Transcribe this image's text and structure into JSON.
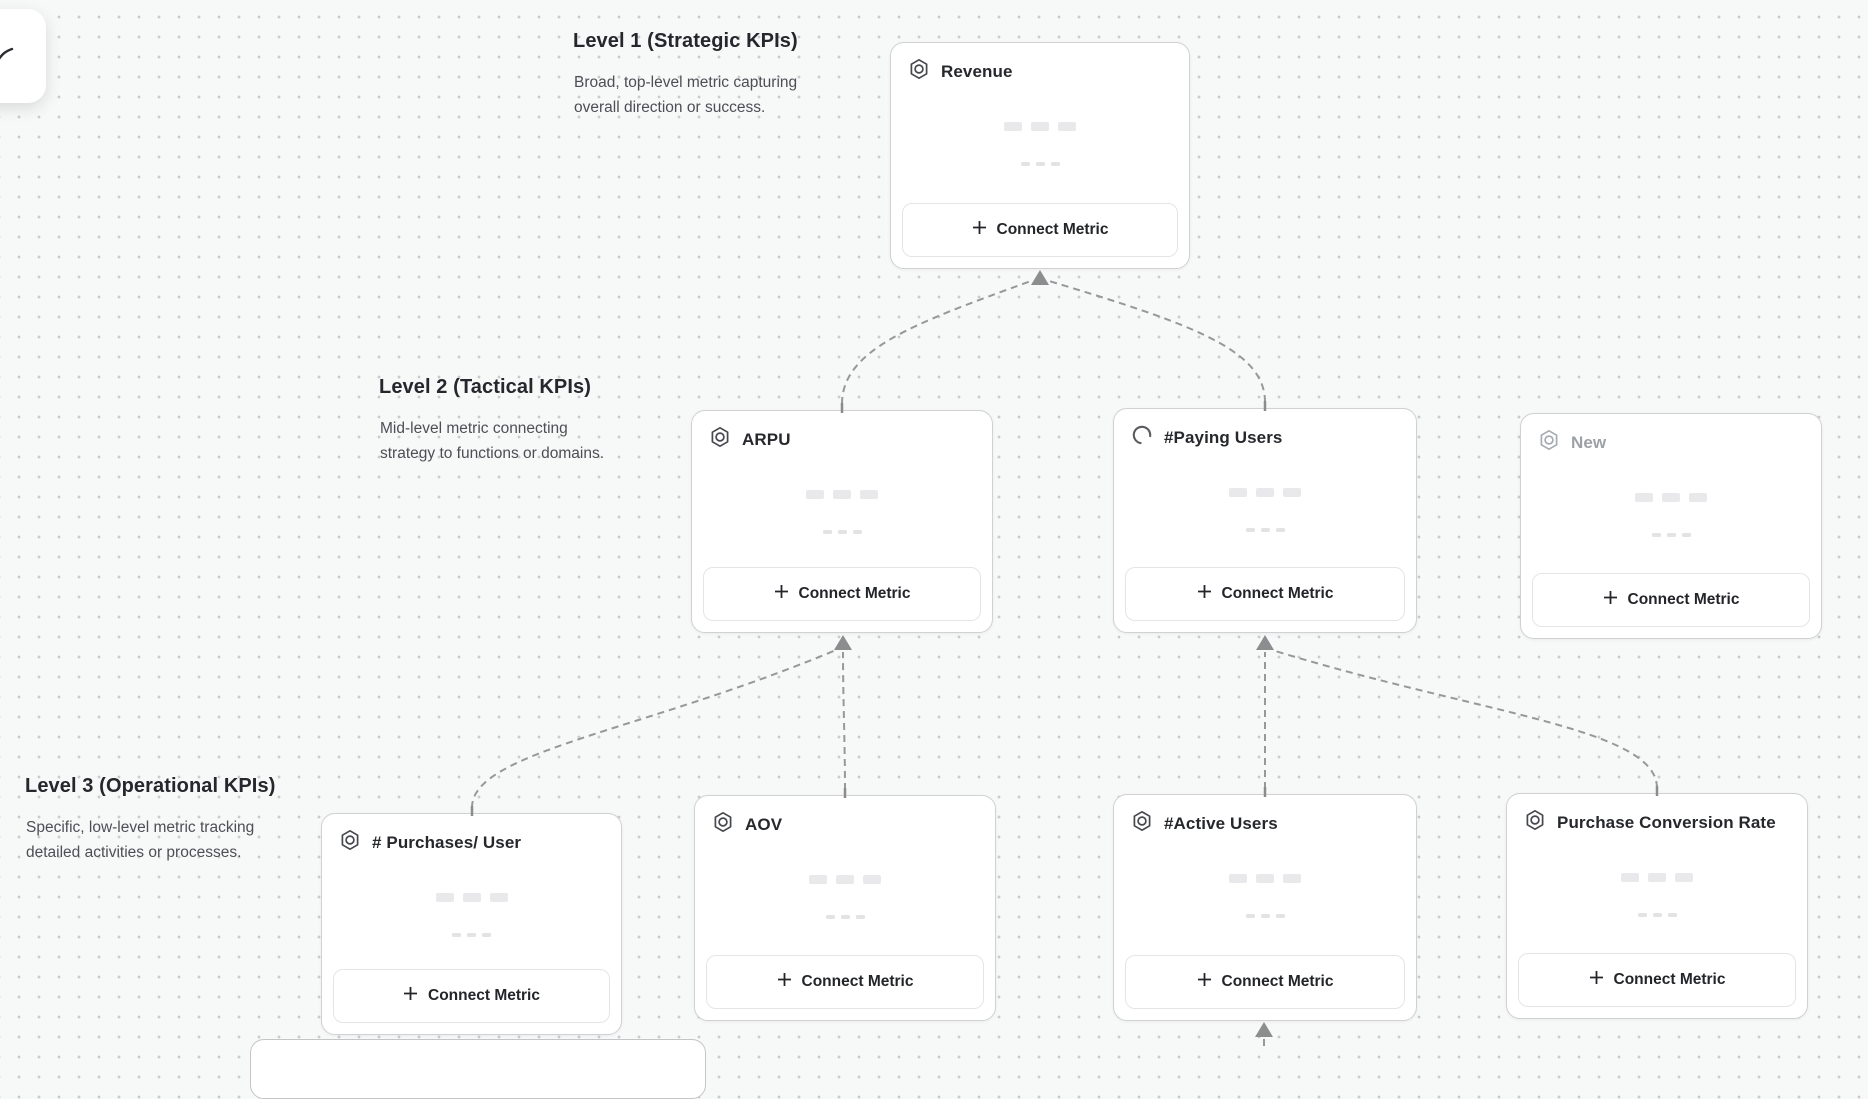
{
  "canvas": {
    "connect_metric_label": "Connect Metric",
    "sections": [
      {
        "title": "Level 1 (Strategic KPIs)",
        "description": "Broad, top-level metric capturing overall direction or success.",
        "description_lines": [
          "Broad, top-level metric capturing",
          "overall direction or success."
        ]
      },
      {
        "title": "Level 2 (Tactical KPIs)",
        "description": "Mid-level metric connecting strategy to functions or domains.",
        "description_lines": [
          "Mid-level metric connecting",
          "strategy to functions or domains."
        ]
      },
      {
        "title": "Level 3 (Operational KPIs)",
        "description": "Specific, low-level metric tracking detailed activities or processes.",
        "description_lines": [
          "Specific, low-level metric tracking",
          "detailed activities or processes."
        ]
      }
    ],
    "nodes": [
      {
        "title": "Revenue",
        "level": 1,
        "icon": "metric-hexagon-icon",
        "state": "default"
      },
      {
        "title": "ARPU",
        "level": 2,
        "icon": "metric-hexagon-icon",
        "state": "default"
      },
      {
        "title": "#Paying Users",
        "level": 2,
        "icon": "spinner-icon",
        "state": "loading"
      },
      {
        "title": "New",
        "level": 2,
        "icon": "metric-hexagon-icon",
        "state": "draft"
      },
      {
        "title": "# Purchases/ User",
        "level": 3,
        "icon": "metric-hexagon-icon",
        "state": "default"
      },
      {
        "title": "AOV",
        "level": 3,
        "icon": "metric-hexagon-icon",
        "state": "default"
      },
      {
        "title": "#Active Users",
        "level": 3,
        "icon": "metric-hexagon-icon",
        "state": "default"
      },
      {
        "title": "Purchase Conversion Rate",
        "level": 3,
        "icon": "metric-hexagon-icon",
        "state": "default"
      }
    ],
    "colors": {
      "background": "#f7f8f8",
      "dot_grid": "#c9cacb",
      "card_border": "#cfd1d4",
      "edge": "#979899",
      "arrow": "#8c8d8f",
      "title_text": "#26282c",
      "draft_text": "#9ca1a8"
    }
  }
}
